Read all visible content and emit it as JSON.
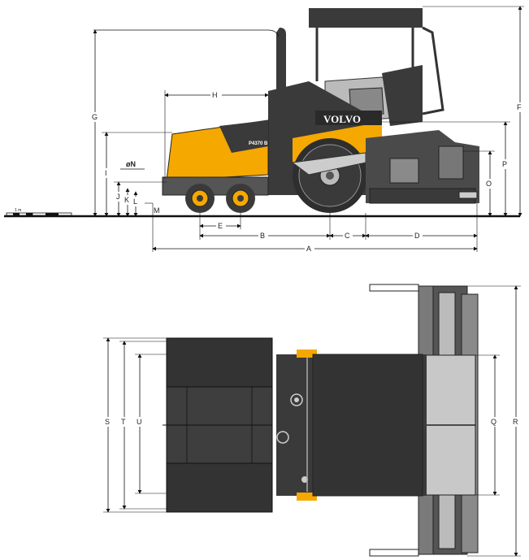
{
  "brand": {
    "logo_text": "VOLVO",
    "model": "P4370 B"
  },
  "colors": {
    "body": "#3a3a3a",
    "yellow": "#f5a800",
    "grey": "#c8c8c8",
    "line": "#111111"
  },
  "ground_scale": "1 m",
  "labels": {
    "A": "A",
    "B": "B",
    "C": "C",
    "D": "D",
    "E": "E",
    "F": "F",
    "G": "G",
    "H": "H",
    "I": "I",
    "J": "J",
    "K": "K",
    "L": "L",
    "M": "M",
    "N": "øN",
    "O": "O",
    "P": "P",
    "Q": "Q",
    "R": "R",
    "S": "S",
    "T": "T",
    "U": "U"
  }
}
